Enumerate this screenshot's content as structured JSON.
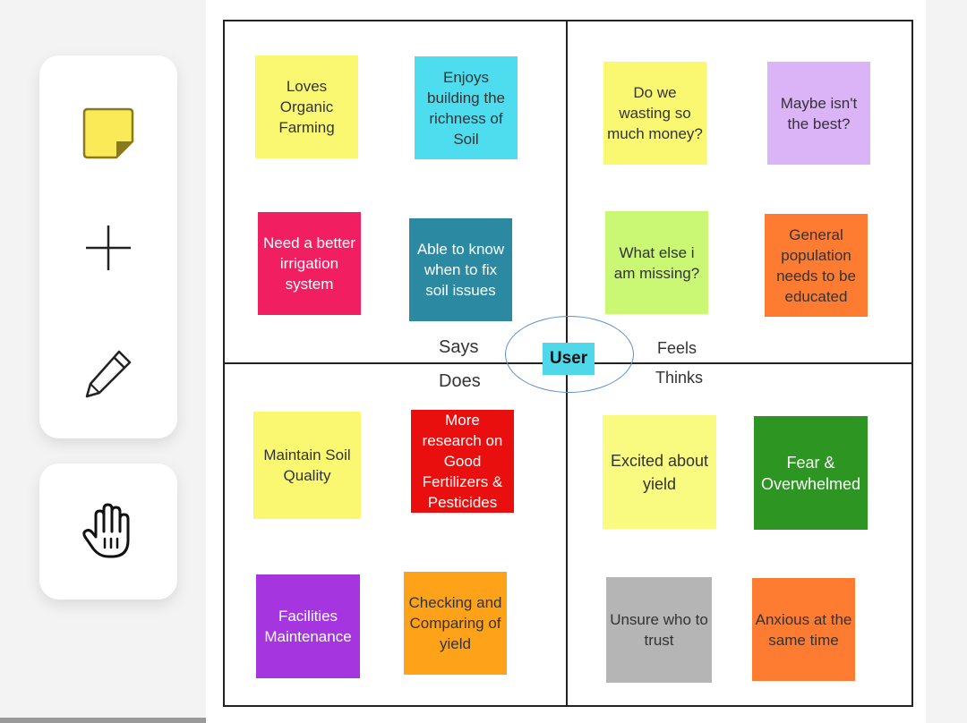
{
  "tools": {
    "sticky_note": "sticky-note-icon",
    "add": "plus-icon",
    "pen": "pencil-icon",
    "hand": "hand-icon"
  },
  "map": {
    "center_label": "User",
    "quadrants": {
      "says": "Says",
      "does": "Does",
      "feels": "Feels",
      "thinks": "Thinks"
    }
  },
  "notes": {
    "n1": "Loves Organic Farming",
    "n2": "Enjoys building the richness of Soil",
    "n3": "Need a better irrigation system",
    "n4": "Able to know when to fix soil issues",
    "n5": "Do we wasting so much money?",
    "n6": "Maybe isn't the best?",
    "n7": "What else i am missing?",
    "n8": "General population needs to be educated",
    "n9": "Maintain Soil Quality",
    "n10": "More research on Good Fertilizers & Pesticides",
    "n11": "Facilities Maintenance",
    "n12": "Checking and Comparing of yield",
    "n13": "Excited about yield",
    "n14": "Fear & Overwhelmed",
    "n15": "Unsure who to trust",
    "n16": "Anxious at the same time"
  },
  "colors": {
    "yellow": "#faf870",
    "cyan": "#4dddef",
    "pink": "#f21e62",
    "teal": "#2b8aa2",
    "purple_light": "#dbb3f7",
    "green_light": "#caf774",
    "orange": "#fe7b32",
    "red": "#e90f0f",
    "purple": "#a535de",
    "amber": "#fea219",
    "green": "#2d9522",
    "gray": "#b5b5b5",
    "yellow_pale": "#f9fa80"
  }
}
